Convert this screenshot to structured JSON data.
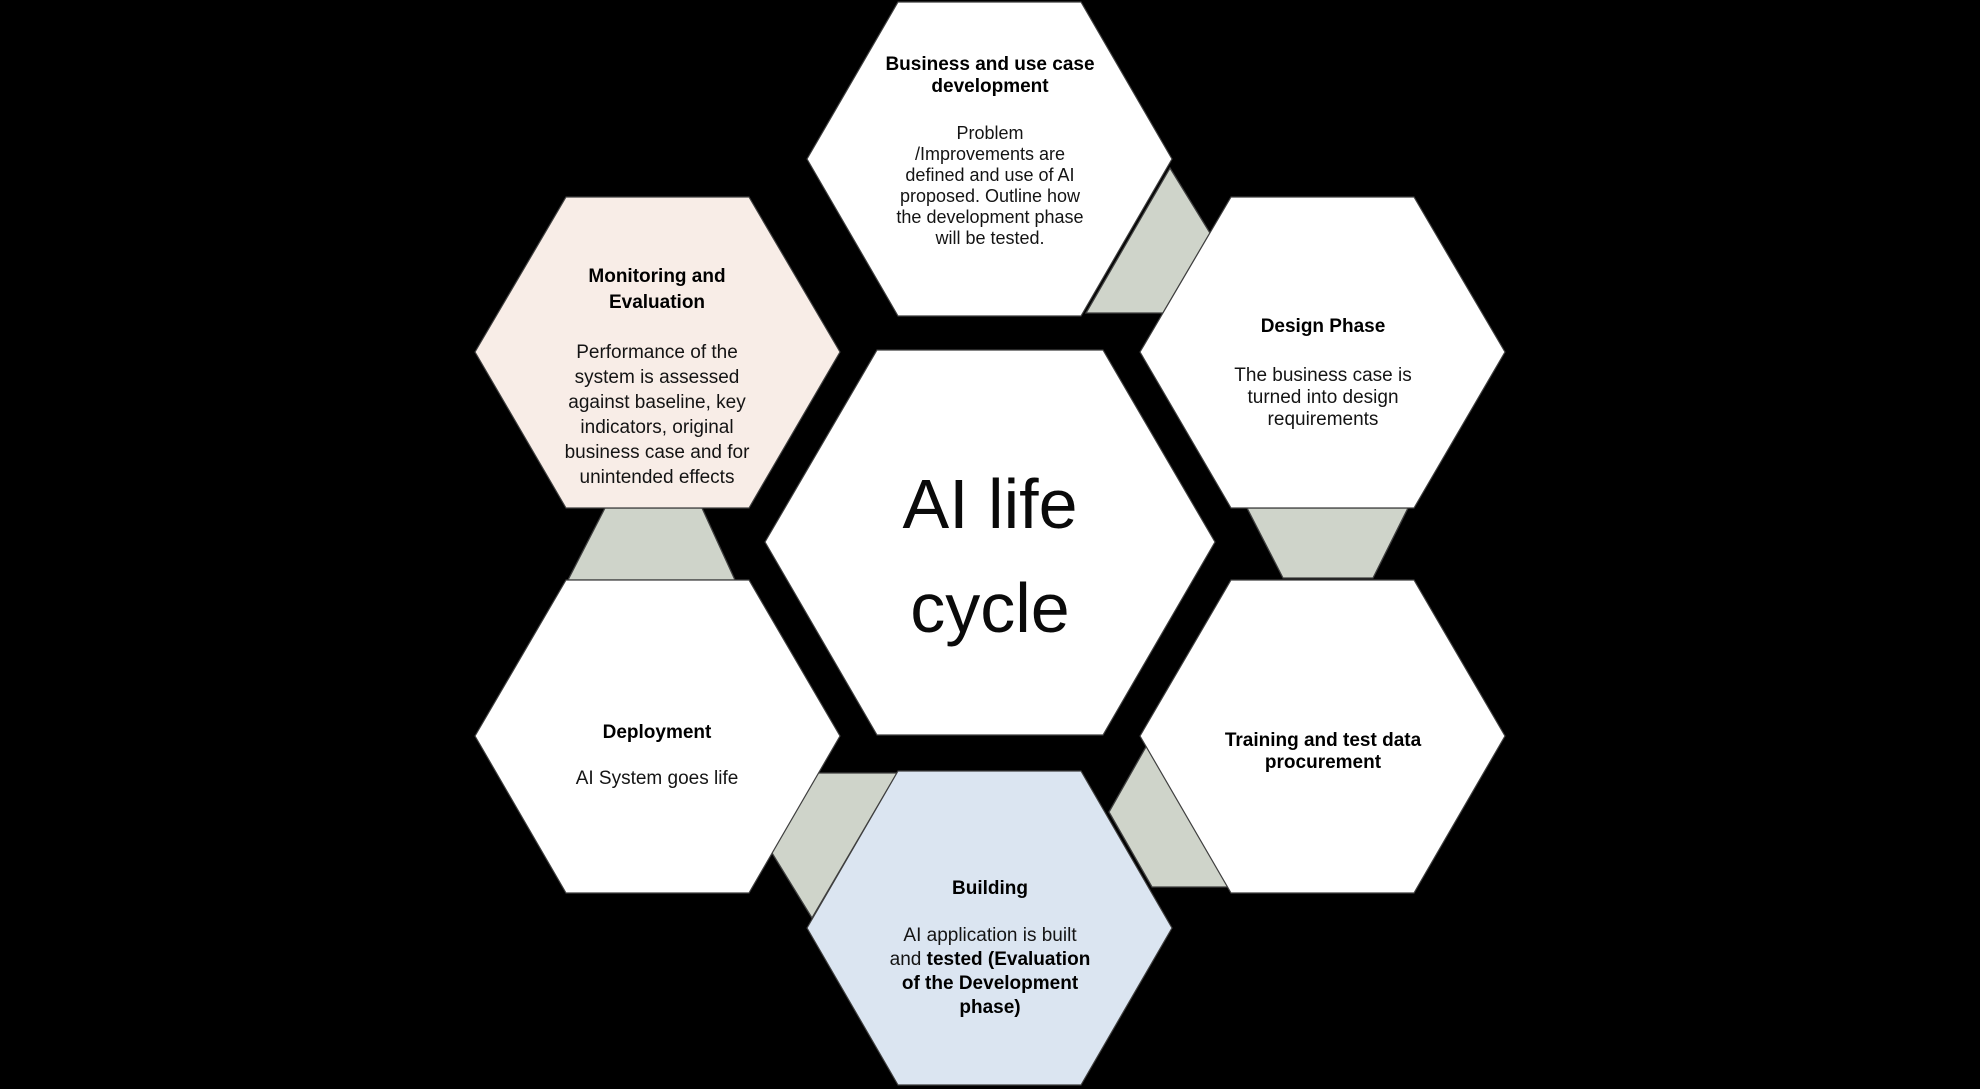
{
  "diagram": {
    "title": "AI life cycle",
    "center": {
      "label": "AI life\ncycle"
    },
    "nodes": {
      "business": {
        "title": "Business and use case\ndevelopment",
        "body": "Problem\n/Improvements are\ndefined and use of AI\nproposed. Outline how\nthe development phase\nwill be tested."
      },
      "design": {
        "title": "Design Phase",
        "body": "The business case is\nturned into design\nrequirements"
      },
      "training": {
        "title": "Training and test data\nprocurement"
      },
      "building": {
        "title": "Building",
        "body_regular": "AI application is built\nand ",
        "body_bold": "tested (Evaluation\nof the Development\nphase)"
      },
      "deployment": {
        "title": "Deployment",
        "body": "AI System goes life"
      },
      "monitoring": {
        "title": "Monitoring and\nEvaluation",
        "body": "Performance of the\nsystem is assessed\nagainst baseline, key\nindicators, original\nbusiness case and for\nunintended effects"
      }
    },
    "colors": {
      "background": "#000000",
      "hexagon_default": "#ffffff",
      "hexagon_monitoring": "#f8ede7",
      "hexagon_building": "#dbe5f1",
      "connector": "#cfd4ca",
      "outline": "#3f3f3f",
      "text": "#141414"
    }
  }
}
